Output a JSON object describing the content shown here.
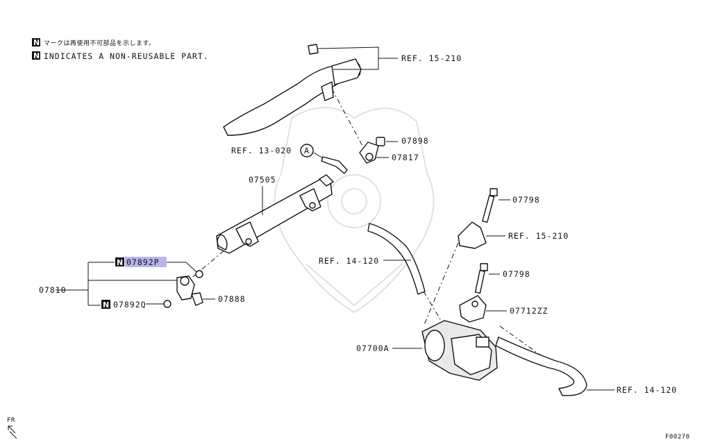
{
  "notes": {
    "badge": "N",
    "jp": "マークは再使用不可部品を示します。",
    "en": "INDICATES A NON-REUSABLE PART."
  },
  "labels": {
    "ref_15_210_top": "REF. 15-210",
    "ref_13_020": "REF. 13-020",
    "circle_a": "A",
    "p07898": "07898",
    "p07817": "07817",
    "p07505": "07505",
    "p07892P": "07892P",
    "p07810": "07810",
    "p07888": "07888",
    "p07892Q": "07892Q",
    "p07798_top": "07798",
    "ref_15_210_mid": "REF. 15-210",
    "ref_14_120_left": "REF. 14-120",
    "p07798_mid": "07798",
    "p07712ZZ": "07712ZZ",
    "p07700A": "07700A",
    "ref_14_120_right": "REF. 14-120",
    "fr": "FR",
    "fig_code": "F00270"
  },
  "highlight_color": "#b9b4ec"
}
